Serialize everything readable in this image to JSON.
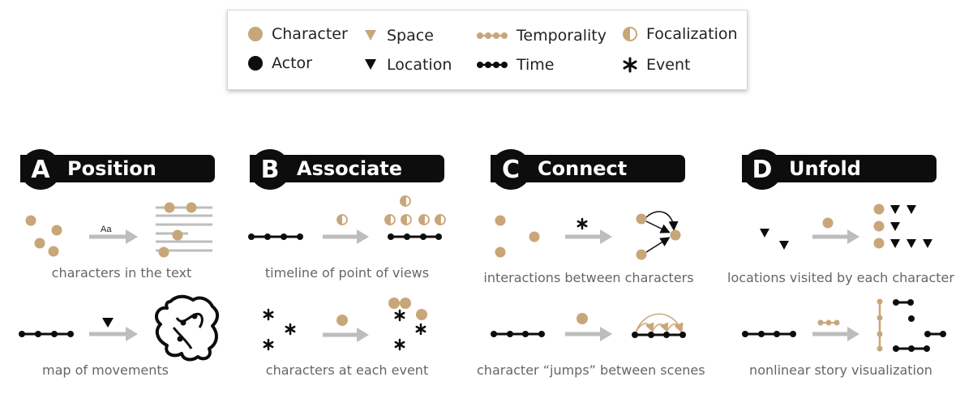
{
  "colors": {
    "tan": "#c9a679",
    "black": "#0d0d0d",
    "arrow": "#bdbdbd",
    "text_gray": "#666666"
  },
  "legend": {
    "items": [
      {
        "label": "Character",
        "icon": "tan-circle-icon"
      },
      {
        "label": "Actor",
        "icon": "black-circle-icon"
      },
      {
        "label": "Space",
        "icon": "tan-triangle-icon"
      },
      {
        "label": "Location",
        "icon": "black-triangle-icon"
      },
      {
        "label": "Temporality",
        "icon": "tan-timeline-icon"
      },
      {
        "label": "Time",
        "icon": "black-timeline-icon"
      },
      {
        "label": "Focalization",
        "icon": "half-circle-icon"
      },
      {
        "label": "Event",
        "icon": "asterisk-icon"
      }
    ]
  },
  "panels": [
    {
      "letter": "A",
      "title": "Position",
      "captions": [
        "characters in the text",
        "map of movements"
      ],
      "annotation": "Aa"
    },
    {
      "letter": "B",
      "title": "Associate",
      "captions": [
        "timeline of point of views",
        "characters at each event"
      ]
    },
    {
      "letter": "C",
      "title": "Connect",
      "captions": [
        "interactions between characters",
        "character “jumps” between scenes"
      ]
    },
    {
      "letter": "D",
      "title": "Unfold",
      "captions": [
        "locations visited by each character",
        "nonlinear story visualization"
      ]
    }
  ]
}
